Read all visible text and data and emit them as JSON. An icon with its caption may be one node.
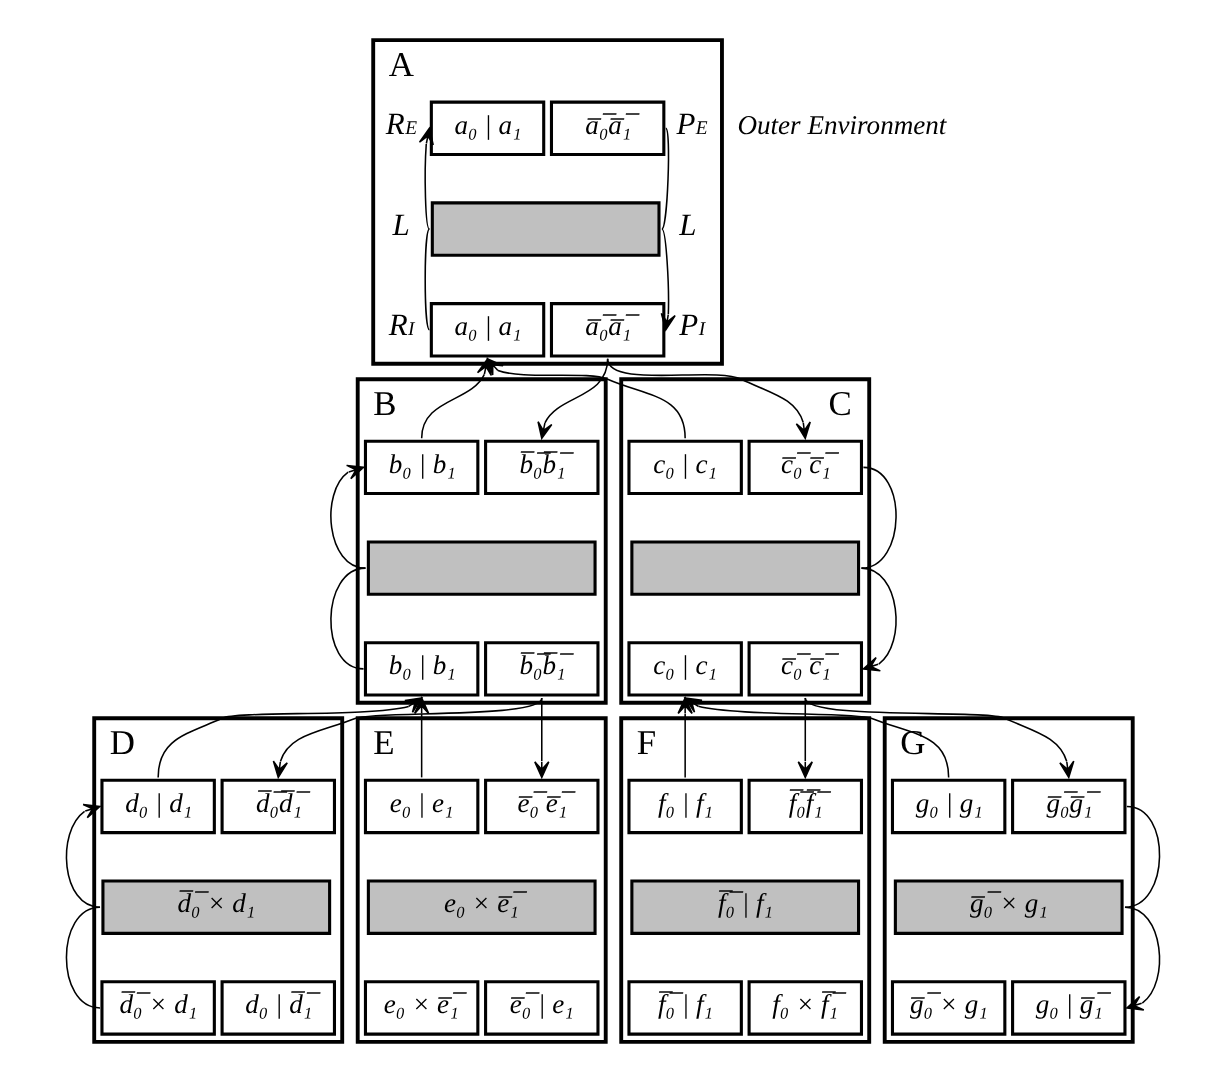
{
  "diagram": {
    "nodes": [
      {
        "text": [
          "A"
        ]
      },
      {
        "text": [
          "a₀ | a₁"
        ],
        "in": 0,
        "beside": [
          "R$_{E}$"
        ]
      },
      {
        "text": [
          "a̅₀̅a̅₁̅"
        ],
        "in": 0,
        "beside": [
          "P$_{E}$"
        ]
      },
      {
        "text": [],
        "shape": "box",
        "in": 0,
        "beside": [
          "L",
          "L"
        ]
      },
      {
        "text": [
          "a₀ | a₁"
        ],
        "in": 0,
        "beside": [
          "R$_{I}$"
        ]
      },
      {
        "text": [
          "a̅₀̅a̅₁̅"
        ],
        "in": 0,
        "beside": [
          "P$_{I}$"
        ]
      },
      {
        "text": [
          "B"
        ]
      },
      {
        "text": [
          "b₀ | b₁"
        ],
        "in": 6
      },
      {
        "text": [
          "b̅₀̅b̅₁̅"
        ],
        "in": 6
      },
      {
        "text": [],
        "shape": "box",
        "in": 6
      },
      {
        "text": [
          "b₀ | b₁"
        ],
        "in": 6
      },
      {
        "text": [
          "b̅₀̅b̅₁̅"
        ],
        "in": 6
      },
      {
        "text": [
          "C"
        ]
      },
      {
        "text": [
          "c₀ | c₁"
        ],
        "in": 12
      },
      {
        "text": [
          "c̅₀̅ c̅₁̅"
        ],
        "in": 12
      },
      {
        "text": [],
        "shape": "box",
        "in": 12
      },
      {
        "text": [
          "c₀ | c₁"
        ],
        "in": 12
      },
      {
        "text": [
          "c̅₀̅ c̅₁̅"
        ],
        "in": 12
      },
      {
        "text": [
          "D"
        ]
      },
      {
        "text": [
          "d₀ | d₁"
        ],
        "in": 18
      },
      {
        "text": [
          "d̅₀̅d̅₁̅"
        ],
        "in": 18
      },
      {
        "text": [
          "d̅₀̅ × d₁"
        ],
        "in": 18
      },
      {
        "text": [
          "d̅₀̅ × d₁"
        ],
        "in": 18
      },
      {
        "text": [
          "d₀ | d̅₁̅"
        ],
        "in": 18
      },
      {
        "text": [
          "E"
        ]
      },
      {
        "text": [
          "e₀ | e₁"
        ],
        "in": 24
      },
      {
        "text": [
          "e̅₀̅ e̅₁̅"
        ],
        "in": 24
      },
      {
        "text": [
          "e₀ × e̅₁̅"
        ],
        "in": 24
      },
      {
        "text": [
          "e₀ × e̅₁̅"
        ],
        "in": 24
      },
      {
        "text": [
          "e̅₀̅ | e₁"
        ],
        "in": 24
      },
      {
        "text": [
          "F"
        ]
      },
      {
        "text": [
          "f₀ | f₁"
        ],
        "in": 30
      },
      {
        "text": [
          "f̅₀̅f̅₁̅"
        ],
        "in": 30
      },
      {
        "text": [
          "f̅₀̅ | f₁"
        ],
        "in": 30
      },
      {
        "text": [
          "f̅₀̅ | f₁"
        ],
        "in": 30
      },
      {
        "text": [
          "f₀ × f̅₁̅"
        ],
        "in": 30
      },
      {
        "text": [
          "G"
        ]
      },
      {
        "text": [
          "g₀ | g₁"
        ],
        "in": 36
      },
      {
        "text": [
          "g̅₀̅g̅₁̅"
        ],
        "in": 36
      },
      {
        "text": [
          "g̅₀̅ × g₁"
        ],
        "in": 36
      },
      {
        "text": [
          "g̅₀̅ × g₁"
        ],
        "in": 36
      },
      {
        "text": [
          "g₀ | g̅₁̅"
        ],
        "in": 36
      }
    ],
    "edges": [
      {
        "from": 4,
        "to": 3,
        "arrow": "none"
      },
      {
        "from": 3,
        "to": 1,
        "arrow": "to"
      },
      {
        "from": 2,
        "to": 3,
        "arrow": "none"
      },
      {
        "from": 3,
        "to": 5,
        "arrow": "to"
      },
      {
        "from": 7,
        "to": 4,
        "arrow": "to"
      },
      {
        "from": 13,
        "to": 4,
        "arrow": "to"
      },
      {
        "from": 5,
        "to": 8,
        "arrow": "to"
      },
      {
        "from": 5,
        "to": 14,
        "arrow": "to"
      },
      {
        "from": 10,
        "to": 9,
        "arrow": "none"
      },
      {
        "from": 9,
        "to": 7,
        "arrow": "to"
      },
      {
        "from": 14,
        "to": 15,
        "arrow": "none"
      },
      {
        "from": 15,
        "to": 17,
        "arrow": "to"
      },
      {
        "from": 19,
        "to": 10,
        "arrow": "to"
      },
      {
        "from": 25,
        "to": 10,
        "arrow": "to"
      },
      {
        "from": 11,
        "to": 20,
        "arrow": "to"
      },
      {
        "from": 11,
        "to": 26,
        "arrow": "to"
      },
      {
        "from": 31,
        "to": 16,
        "arrow": "to"
      },
      {
        "from": 37,
        "to": 16,
        "arrow": "to"
      },
      {
        "from": 17,
        "to": 32,
        "arrow": "to"
      },
      {
        "from": 17,
        "to": 38,
        "arrow": "to"
      },
      {
        "from": 22,
        "to": 21,
        "arrow": "none"
      },
      {
        "from": 21,
        "to": 19,
        "arrow": "to"
      },
      {
        "from": 38,
        "to": 39,
        "arrow": "none"
      },
      {
        "from": 39,
        "to": 41,
        "arrow": "to"
      }
    ],
    "labels": [
      "Outer Environment"
    ]
  }
}
